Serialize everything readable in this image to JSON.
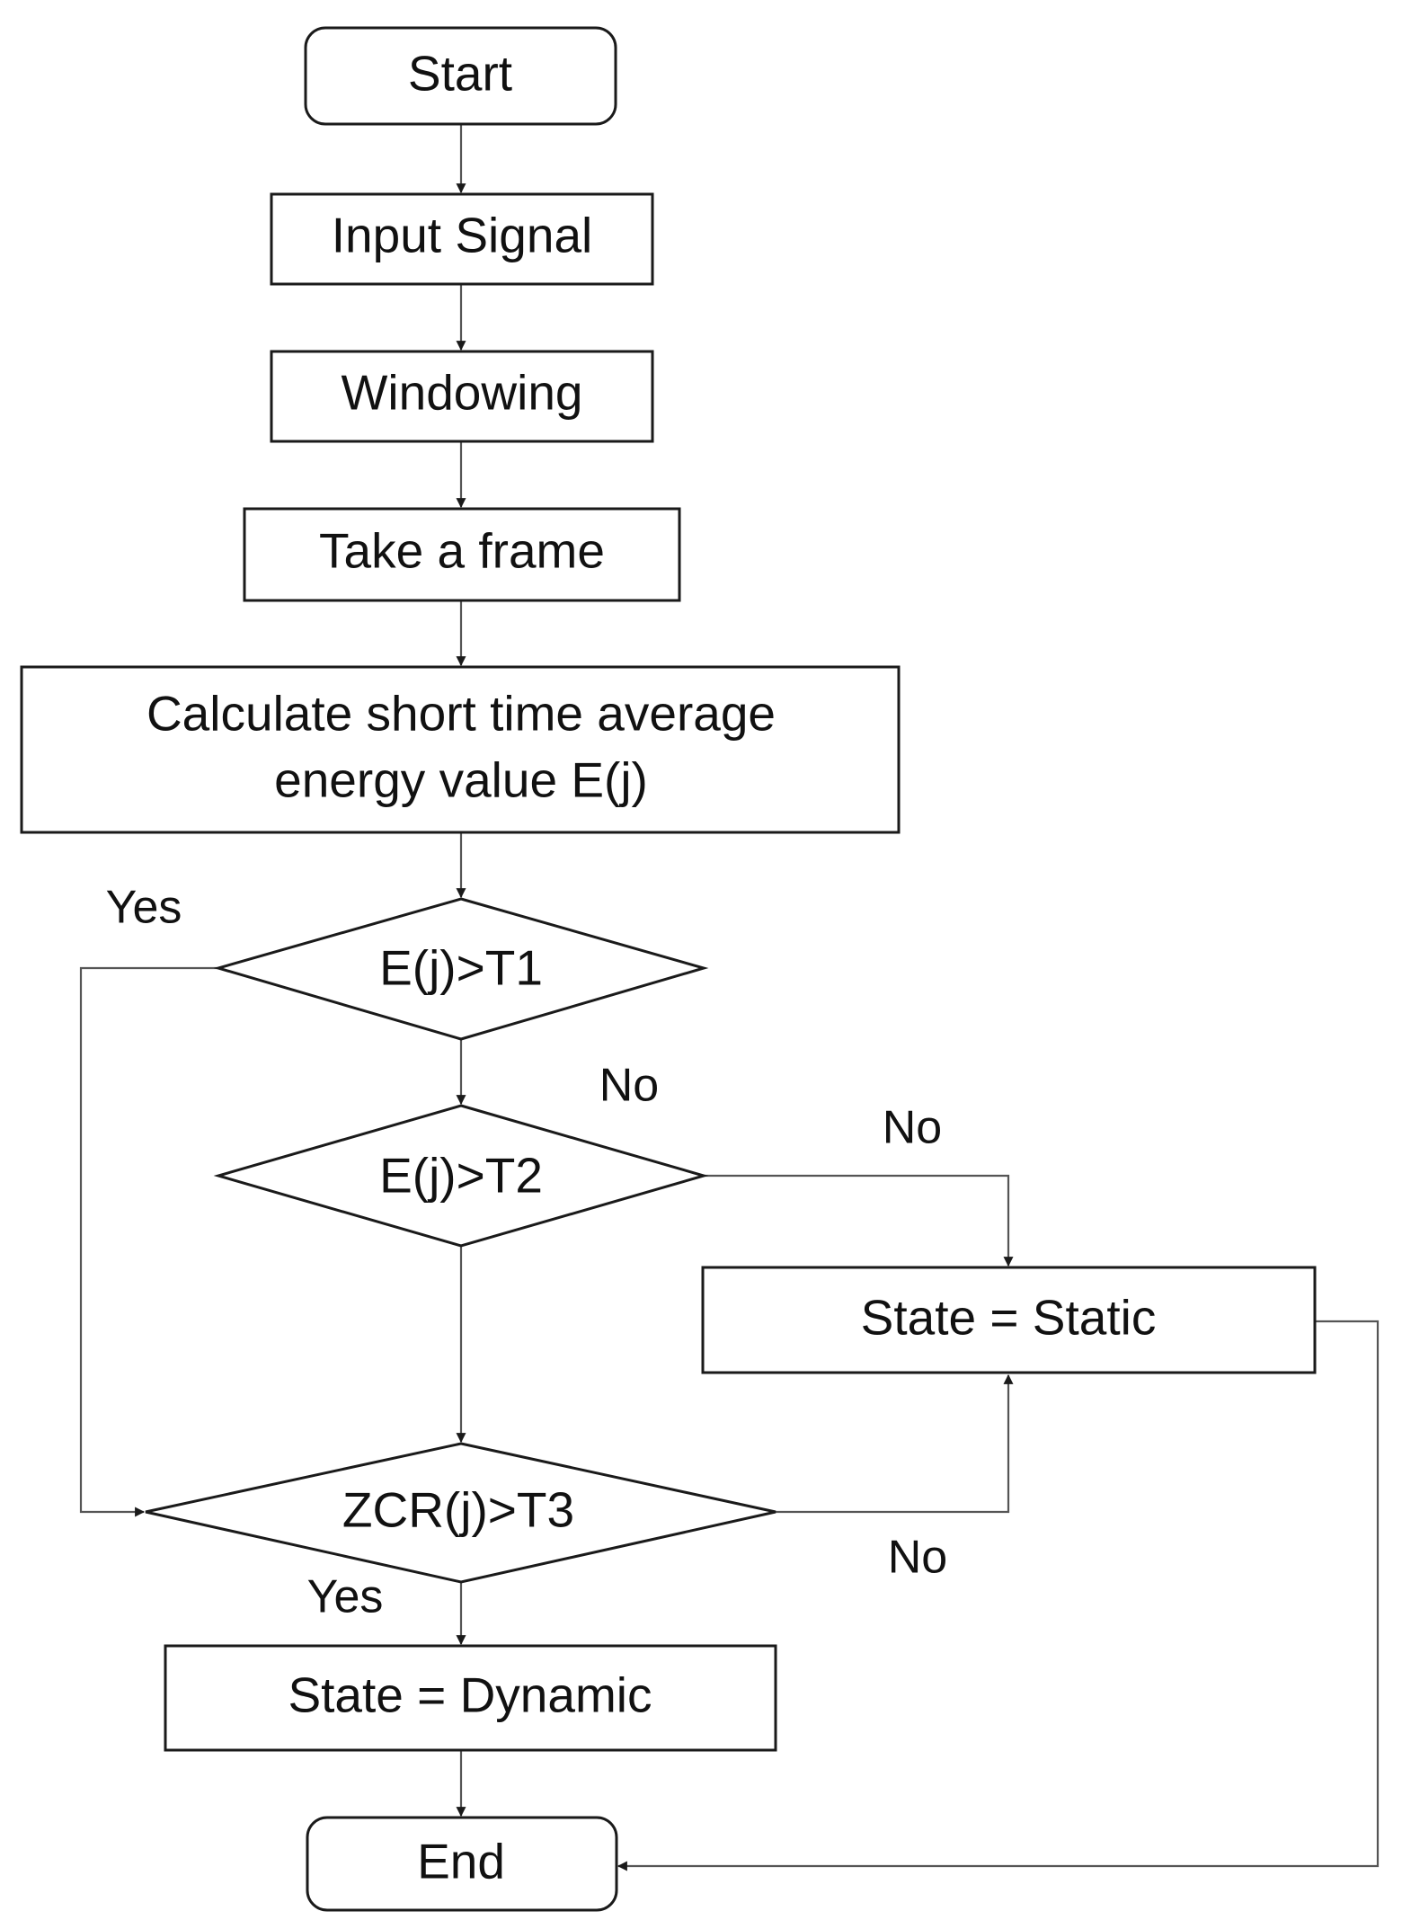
{
  "nodes": {
    "start": "Start",
    "input_signal": "Input Signal",
    "windowing": "Windowing",
    "take_frame": "Take a frame",
    "calc_energy_line1": "Calculate short time average",
    "calc_energy_line2": "energy value E(j)",
    "decision_t1": "E(j)>T1",
    "decision_t2": "E(j)>T2",
    "decision_zcr": "ZCR(j)>T3",
    "state_static": "State = Static",
    "state_dynamic": "State = Dynamic",
    "end": "End"
  },
  "edge_labels": {
    "t1_yes": "Yes",
    "t1_no": "No",
    "t2_no": "No",
    "zcr_no": "No",
    "zcr_yes": "Yes"
  }
}
